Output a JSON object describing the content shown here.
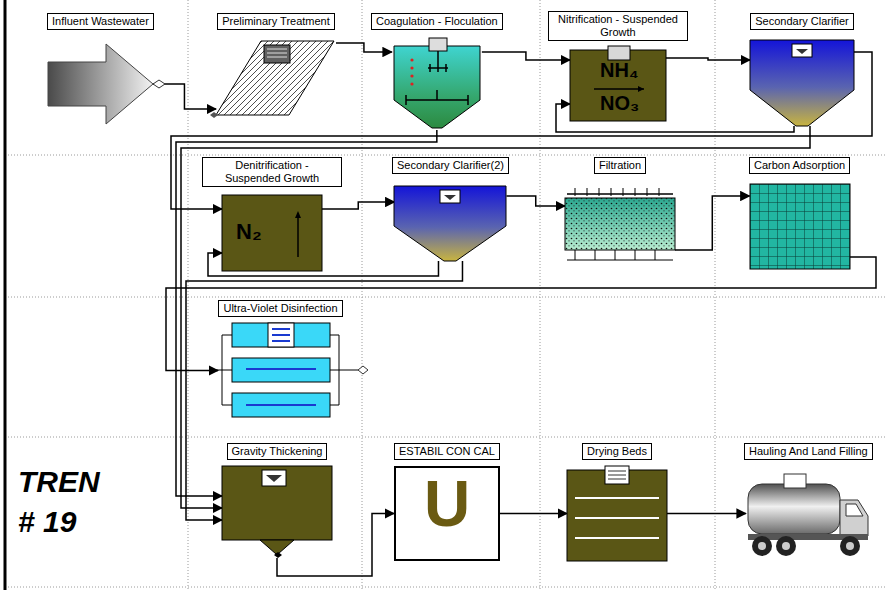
{
  "diagram": {
    "nodes": [
      {
        "text": [
          "Influent Wastewater"
        ]
      },
      {
        "text": [
          "Preliminary Treatment"
        ]
      },
      {
        "text": [
          "Coagulation - Floculation"
        ]
      },
      {
        "text": [
          "Nitrification - Suspended Growth",
          "NH₄",
          "NO₃"
        ]
      },
      {
        "text": [
          "Secondary Clarifier"
        ]
      },
      {
        "text": [
          "Denitrification - Suspended Growth",
          "N₂"
        ]
      },
      {
        "text": [
          "Secondary Clarifier(2)"
        ]
      },
      {
        "text": [
          "Filtration"
        ]
      },
      {
        "text": [
          "Carbon Adsorption"
        ]
      },
      {
        "text": [
          "Ultra-Violet Disinfection"
        ]
      },
      {
        "text": [
          "Gravity Thickening"
        ]
      },
      {
        "text": [
          "ESTABIL CON CAL",
          "U"
        ]
      },
      {
        "text": [
          "Drying Beds"
        ]
      },
      {
        "text": [
          "Hauling And Land Filling"
        ]
      }
    ],
    "edges": [
      {
        "from": 0,
        "to": 1,
        "arrow": "to"
      },
      {
        "from": 1,
        "to": 2,
        "arrow": "to"
      },
      {
        "from": 2,
        "to": 3,
        "arrow": "to"
      },
      {
        "from": 3,
        "to": 4,
        "arrow": "to"
      },
      {
        "from": 4,
        "to": 3,
        "arrow": "to"
      },
      {
        "from": 4,
        "to": 5,
        "arrow": "to"
      },
      {
        "from": 5,
        "to": 6,
        "arrow": "to"
      },
      {
        "from": 6,
        "to": 5,
        "arrow": "to"
      },
      {
        "from": 6,
        "to": 7,
        "arrow": "to"
      },
      {
        "from": 7,
        "to": 8,
        "arrow": "to"
      },
      {
        "from": 8,
        "to": 9,
        "arrow": "to"
      },
      {
        "from": 2,
        "to": 10,
        "arrow": "to"
      },
      {
        "from": 4,
        "to": 10,
        "arrow": "to"
      },
      {
        "from": 6,
        "to": 10,
        "arrow": "to"
      },
      {
        "from": 10,
        "to": 11,
        "arrow": "to"
      },
      {
        "from": 11,
        "to": 12,
        "arrow": "to"
      },
      {
        "from": 12,
        "to": 13,
        "arrow": "to"
      }
    ],
    "labels": [
      "TREN # 19"
    ]
  }
}
